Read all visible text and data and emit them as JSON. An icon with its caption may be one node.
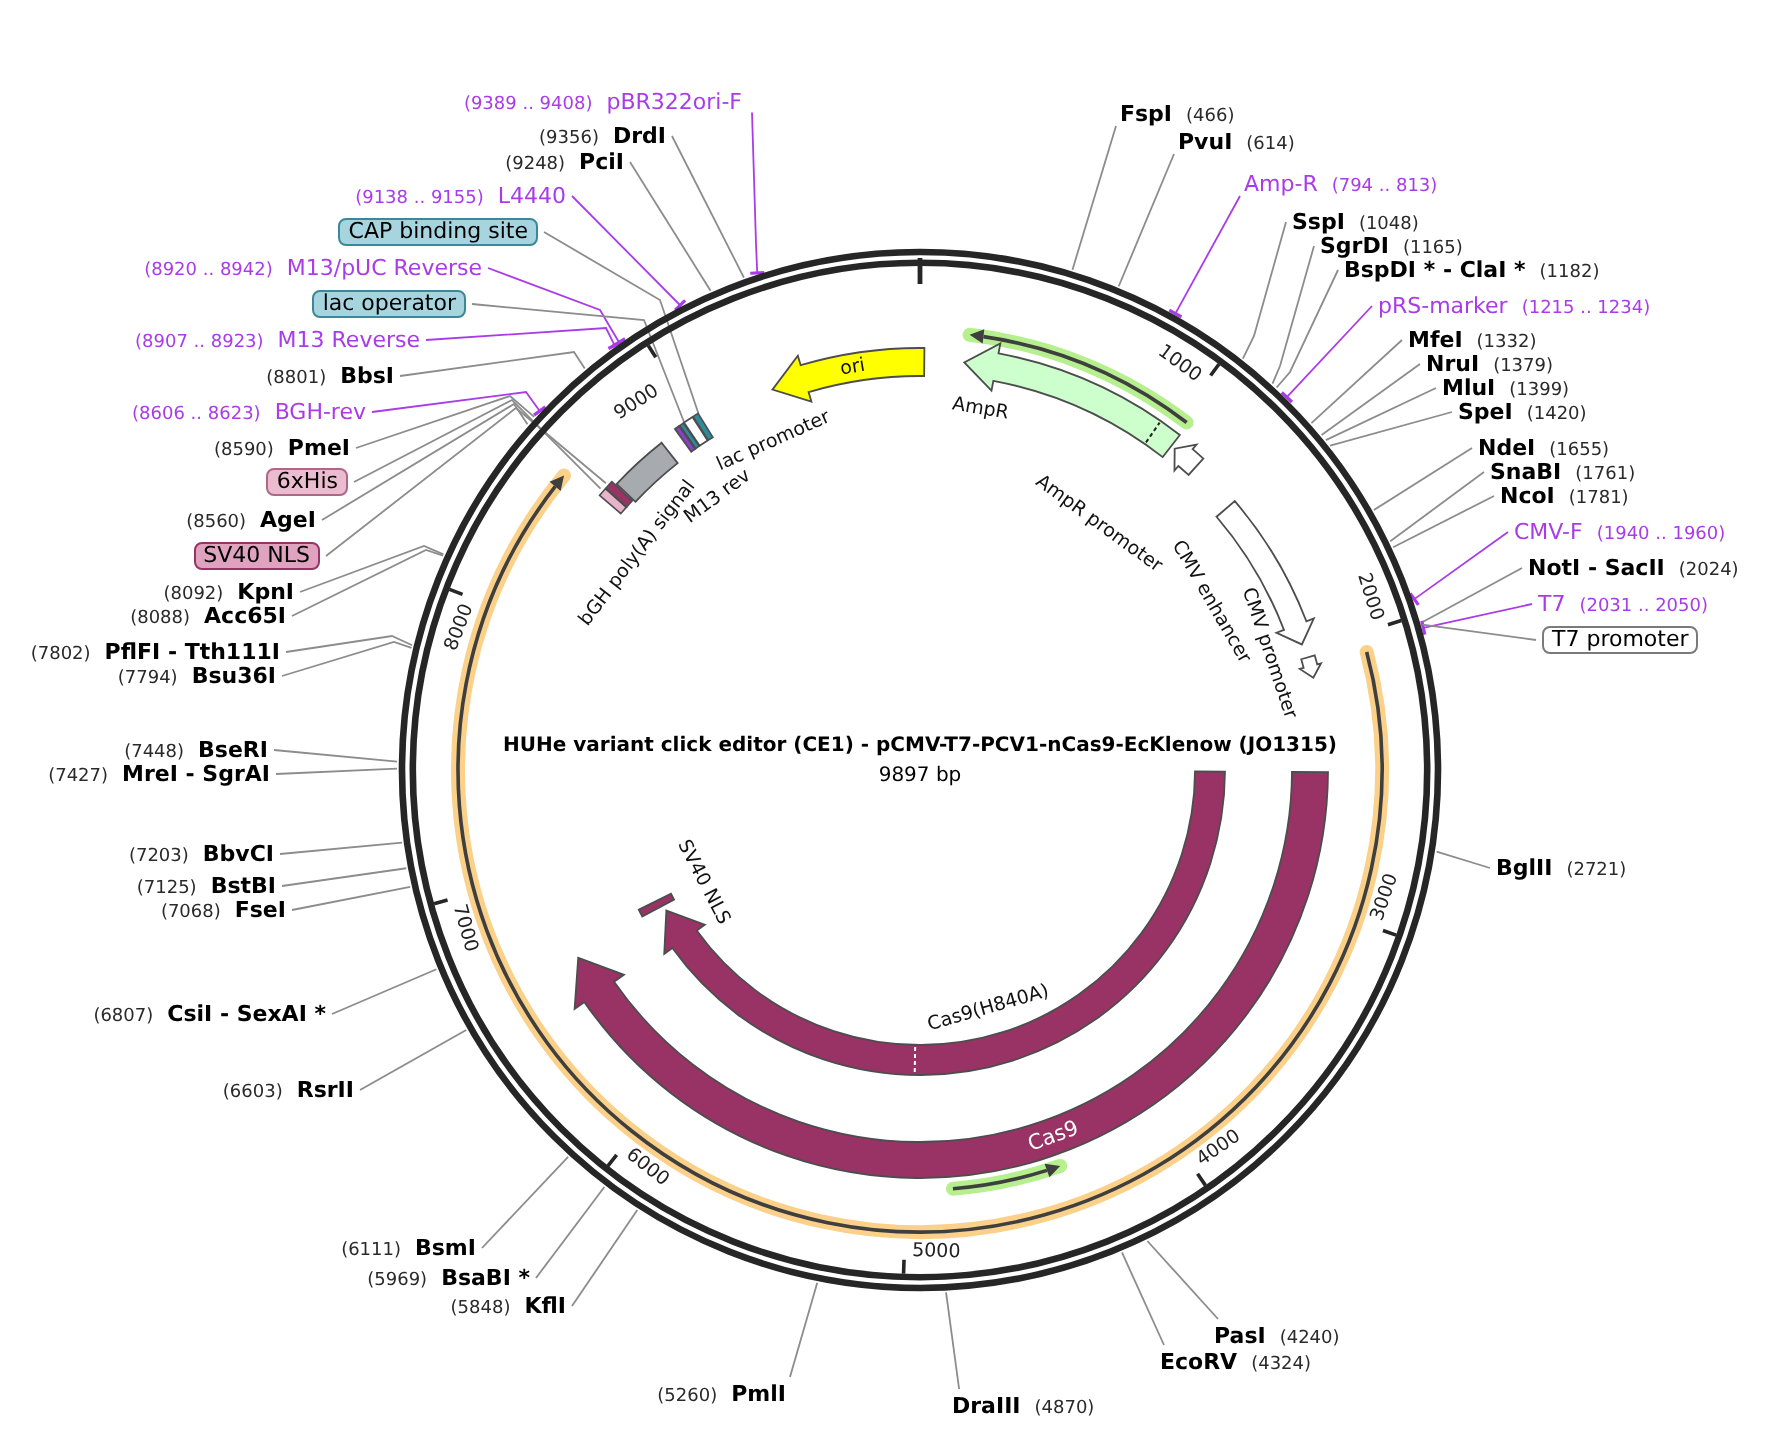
{
  "diagram": {
    "title": "HUHe variant click editor (CE1) - pCMV-T7-PCV1-nCas9-EcKlenow (JO1315)",
    "nodes": [
      {
        "text": [
          "(9389 .. 9408)",
          "pBR322ori-F"
        ]
      },
      {
        "text": [
          "(9356)",
          "DrdI"
        ]
      },
      {
        "text": [
          "(9248)",
          "PciI"
        ]
      },
      {
        "text": [
          "(9138 .. 9155)",
          "L4440"
        ]
      },
      {
        "text": [
          "CAP binding site"
        ]
      },
      {
        "text": [
          "(8920 .. 8942)",
          "M13/pUC Reverse"
        ]
      },
      {
        "text": [
          "lac operator"
        ]
      },
      {
        "text": [
          "(8907 .. 8923)",
          "M13 Reverse"
        ]
      },
      {
        "text": [
          "(8801)",
          "BbsI"
        ]
      },
      {
        "text": [
          "(8606 .. 8623)",
          "BGH-rev"
        ]
      },
      {
        "text": [
          "(8590)",
          "PmeI"
        ]
      },
      {
        "text": [
          "6xHis"
        ]
      },
      {
        "text": [
          "(8560)",
          "AgeI"
        ]
      },
      {
        "text": [
          "SV40 NLS"
        ]
      },
      {
        "text": [
          "(8092)",
          "KpnI"
        ]
      },
      {
        "text": [
          "(8088)",
          "Acc65I"
        ]
      },
      {
        "text": [
          "(7802)",
          "PflFI - Tth111I"
        ]
      },
      {
        "text": [
          "(7794)",
          "Bsu36I"
        ]
      },
      {
        "text": [
          "(7448)",
          "BseRI"
        ]
      },
      {
        "text": [
          "(7427)",
          "MreI - SgrAI"
        ]
      },
      {
        "text": [
          "(7203)",
          "BbvCI"
        ]
      },
      {
        "text": [
          "(7125)",
          "BstBI"
        ]
      },
      {
        "text": [
          "(7068)",
          "FseI"
        ]
      },
      {
        "text": [
          "(6807)",
          "CsiI - SexAI *"
        ]
      },
      {
        "text": [
          "(6603)",
          "RsrII"
        ]
      },
      {
        "text": [
          "(6111)",
          "BsmI"
        ]
      },
      {
        "text": [
          "(5969)",
          "BsaBI *"
        ]
      },
      {
        "text": [
          "(5848)",
          "KflI"
        ]
      },
      {
        "text": [
          "(5260)",
          "PmlI"
        ]
      },
      {
        "text": [
          "FspI",
          "(466)"
        ]
      },
      {
        "text": [
          "PvuI",
          "(614)"
        ]
      },
      {
        "text": [
          "Amp-R",
          "(794 .. 813)"
        ]
      },
      {
        "text": [
          "SspI",
          "(1048)"
        ]
      },
      {
        "text": [
          "SgrDI",
          "(1165)"
        ]
      },
      {
        "text": [
          "BspDI * - ClaI *",
          "(1182)"
        ]
      },
      {
        "text": [
          "pRS-marker",
          "(1215 .. 1234)"
        ]
      },
      {
        "text": [
          "MfeI",
          "(1332)"
        ]
      },
      {
        "text": [
          "NruI",
          "(1379)"
        ]
      },
      {
        "text": [
          "MluI",
          "(1399)"
        ]
      },
      {
        "text": [
          "SpeI",
          "(1420)"
        ]
      },
      {
        "text": [
          "NdeI",
          "(1655)"
        ]
      },
      {
        "text": [
          "SnaBI",
          "(1761)"
        ]
      },
      {
        "text": [
          "NcoI",
          "(1781)"
        ]
      },
      {
        "text": [
          "CMV-F",
          "(1940 .. 1960)"
        ]
      },
      {
        "text": [
          "NotI - SacII",
          "(2024)"
        ]
      },
      {
        "text": [
          "T7",
          "(2031 .. 2050)"
        ]
      },
      {
        "text": [
          "T7 promoter"
        ]
      },
      {
        "text": [
          "BglII",
          "(2721)"
        ]
      },
      {
        "text": [
          "PasI",
          "(4240)"
        ]
      },
      {
        "text": [
          "EcoRV",
          "(4324)"
        ]
      },
      {
        "text": [
          "DraIII",
          "(4870)"
        ]
      },
      {
        "text": [],
        "shape": "circle"
      },
      {
        "text": [
          "ori"
        ],
        "in": 51
      },
      {
        "text": [
          "AmpR"
        ],
        "in": 51
      },
      {
        "text": [
          "AmpR promoter"
        ],
        "in": 51
      },
      {
        "text": [
          "CMV enhancer"
        ],
        "in": 51
      },
      {
        "text": [
          "CMV promoter"
        ],
        "in": 51
      },
      {
        "text": [
          "Cas9"
        ],
        "in": 51
      },
      {
        "text": [
          "Cas9(H840A)"
        ],
        "in": 57
      },
      {
        "text": [
          "SV40 NLS"
        ],
        "in": 57
      },
      {
        "text": [
          "bGH poly(A) signal"
        ],
        "in": 51
      },
      {
        "text": [
          "M13 rev"
        ],
        "in": 51
      },
      {
        "text": [
          "lac promoter"
        ],
        "in": 51
      },
      {
        "text": [],
        "shape": "box",
        "in": 51
      },
      {
        "text": [],
        "shape": "box",
        "in": 51
      },
      {
        "text": [],
        "shape": "box",
        "in": 51
      },
      {
        "text": [],
        "shape": "box",
        "in": 51
      }
    ],
    "edges": [
      {
        "from": 0,
        "to": 51,
        "arrow": "other",
        "color": "#a93ce8"
      },
      {
        "from": 1,
        "to": 51,
        "arrow": "none"
      },
      {
        "from": 2,
        "to": 51,
        "arrow": "none"
      },
      {
        "from": 3,
        "to": 51,
        "arrow": "other",
        "color": "#a93ce8"
      },
      {
        "from": 4,
        "to": 66,
        "arrow": "none"
      },
      {
        "from": 5,
        "to": 51,
        "arrow": "other",
        "color": "#a93ce8"
      },
      {
        "from": 6,
        "to": 65,
        "arrow": "none"
      },
      {
        "from": 7,
        "to": 51,
        "arrow": "other",
        "color": "#a93ce8"
      },
      {
        "from": 8,
        "to": 51,
        "arrow": "none"
      },
      {
        "from": 9,
        "to": 51,
        "arrow": "other",
        "color": "#a93ce8"
      },
      {
        "from": 10,
        "to": 51,
        "arrow": "none"
      },
      {
        "from": 11,
        "to": 63,
        "arrow": "none"
      },
      {
        "from": 12,
        "to": 51,
        "arrow": "none"
      },
      {
        "from": 13,
        "to": 64,
        "arrow": "none"
      },
      {
        "from": 14,
        "to": 51,
        "arrow": "none"
      },
      {
        "from": 15,
        "to": 51,
        "arrow": "none"
      },
      {
        "from": 16,
        "to": 51,
        "arrow": "none"
      },
      {
        "from": 17,
        "to": 51,
        "arrow": "none"
      },
      {
        "from": 18,
        "to": 51,
        "arrow": "none"
      },
      {
        "from": 19,
        "to": 51,
        "arrow": "none"
      },
      {
        "from": 20,
        "to": 51,
        "arrow": "none"
      },
      {
        "from": 21,
        "to": 51,
        "arrow": "none"
      },
      {
        "from": 22,
        "to": 51,
        "arrow": "none"
      },
      {
        "from": 23,
        "to": 51,
        "arrow": "none"
      },
      {
        "from": 24,
        "to": 51,
        "arrow": "none"
      },
      {
        "from": 25,
        "to": 51,
        "arrow": "none"
      },
      {
        "from": 26,
        "to": 51,
        "arrow": "none"
      },
      {
        "from": 27,
        "to": 51,
        "arrow": "none"
      },
      {
        "from": 28,
        "to": 51,
        "arrow": "none"
      },
      {
        "from": 29,
        "to": 51,
        "arrow": "none"
      },
      {
        "from": 30,
        "to": 51,
        "arrow": "none"
      },
      {
        "from": 31,
        "to": 51,
        "arrow": "other",
        "color": "#a93ce8"
      },
      {
        "from": 32,
        "to": 51,
        "arrow": "none"
      },
      {
        "from": 33,
        "to": 51,
        "arrow": "none"
      },
      {
        "from": 34,
        "to": 51,
        "arrow": "none"
      },
      {
        "from": 35,
        "to": 51,
        "arrow": "other",
        "color": "#a93ce8"
      },
      {
        "from": 36,
        "to": 51,
        "arrow": "none"
      },
      {
        "from": 37,
        "to": 51,
        "arrow": "none"
      },
      {
        "from": 38,
        "to": 51,
        "arrow": "none"
      },
      {
        "from": 39,
        "to": 51,
        "arrow": "none"
      },
      {
        "from": 40,
        "to": 51,
        "arrow": "none"
      },
      {
        "from": 41,
        "to": 51,
        "arrow": "none"
      },
      {
        "from": 42,
        "to": 51,
        "arrow": "none"
      },
      {
        "from": 43,
        "to": 51,
        "arrow": "other",
        "color": "#a93ce8"
      },
      {
        "from": 44,
        "to": 51,
        "arrow": "none"
      },
      {
        "from": 45,
        "to": 51,
        "arrow": "other",
        "color": "#a93ce8"
      },
      {
        "from": 46,
        "to": 51,
        "arrow": "none"
      },
      {
        "from": 47,
        "to": 51,
        "arrow": "none"
      },
      {
        "from": 48,
        "to": 51,
        "arrow": "none"
      },
      {
        "from": 49,
        "to": 51,
        "arrow": "none"
      },
      {
        "from": 50,
        "to": 51,
        "arrow": "none"
      }
    ],
    "labels": [
      "1000",
      "9000",
      "2000",
      "8000",
      "9897 bp",
      "7000",
      "3000",
      "4000",
      "6000",
      "5000"
    ]
  }
}
